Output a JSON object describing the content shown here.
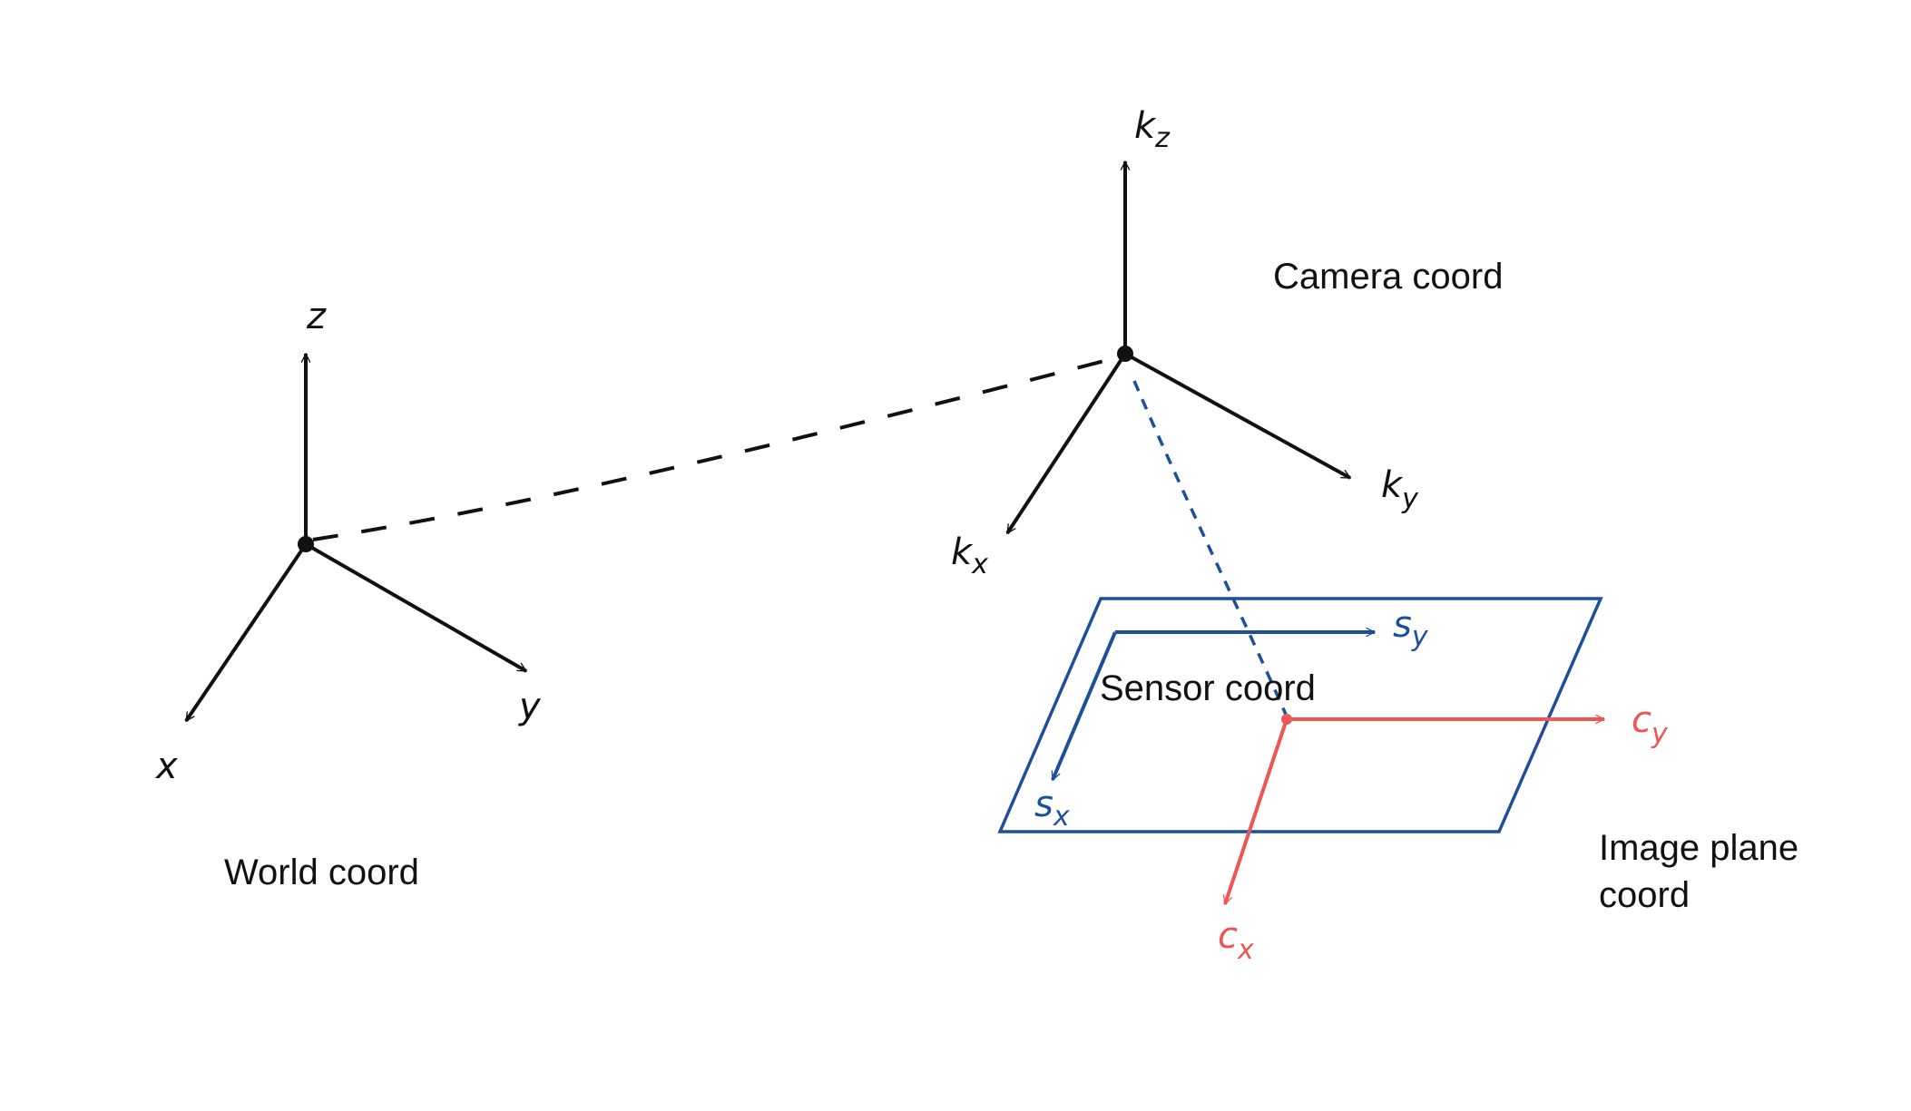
{
  "colors": {
    "black": "#111111",
    "blue": "#1e4f9a",
    "red": "#ee5555"
  },
  "world": {
    "caption": "World coord",
    "axis_x": "x",
    "axis_y": "y",
    "axis_z": "z"
  },
  "camera": {
    "caption": "Camera coord",
    "axis_x_base": "k",
    "axis_x_sub": "x",
    "axis_y_base": "k",
    "axis_y_sub": "y",
    "axis_z_base": "k",
    "axis_z_sub": "z"
  },
  "sensor": {
    "caption": "Sensor coord",
    "axis_x_base": "s",
    "axis_x_sub": "x",
    "axis_y_base": "s",
    "axis_y_sub": "y"
  },
  "image_plane": {
    "caption_line1": "Image plane",
    "caption_line2": "coord",
    "axis_x_base": "c",
    "axis_x_sub": "x",
    "axis_y_base": "c",
    "axis_y_sub": "y"
  }
}
